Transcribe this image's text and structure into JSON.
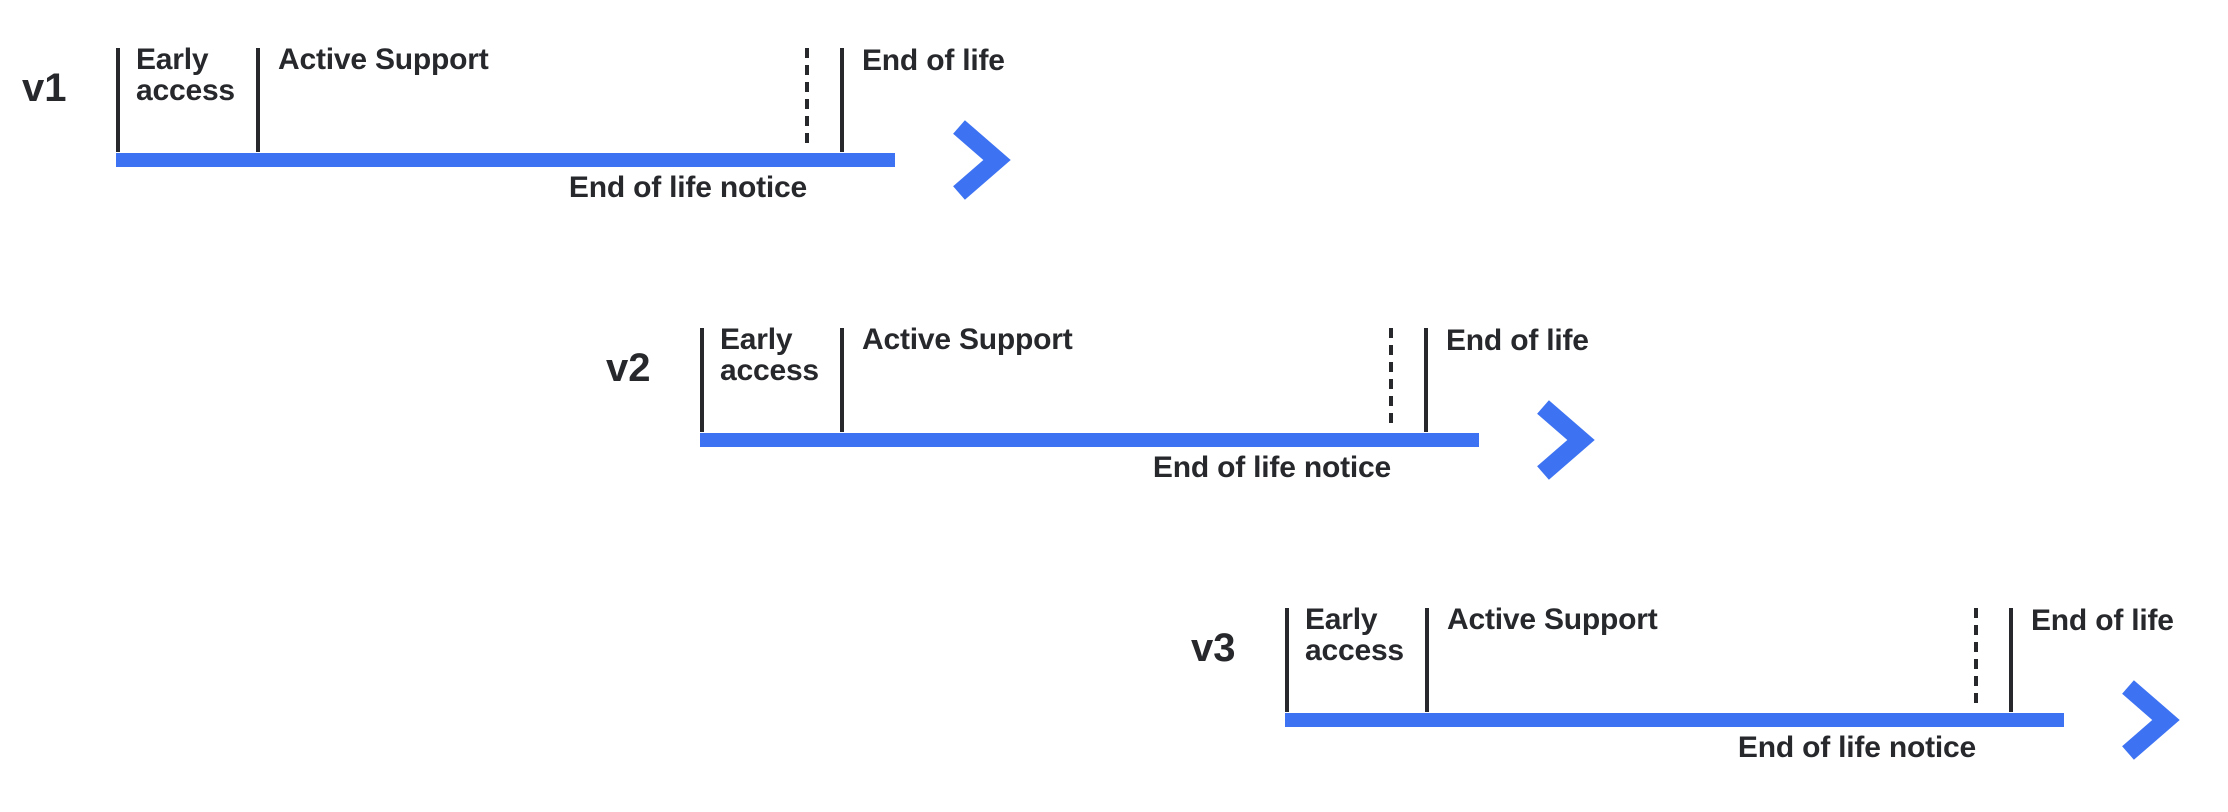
{
  "colors": {
    "arrow_blue": "#3d73f2",
    "text_dark": "#26282c",
    "background": "#ffffff"
  },
  "timelines": [
    {
      "version": "v1",
      "phases": {
        "early_access": "Early access",
        "active_support": "Active Support",
        "end_of_life": "End of life",
        "end_of_life_notice": "End of life notice"
      }
    },
    {
      "version": "v2",
      "phases": {
        "early_access": "Early access",
        "active_support": "Active Support",
        "end_of_life": "End of life",
        "end_of_life_notice": "End of life notice"
      }
    },
    {
      "version": "v3",
      "phases": {
        "early_access": "Early access",
        "active_support": "Active Support",
        "end_of_life": "End of life",
        "end_of_life_notice": "End of life notice"
      }
    }
  ]
}
